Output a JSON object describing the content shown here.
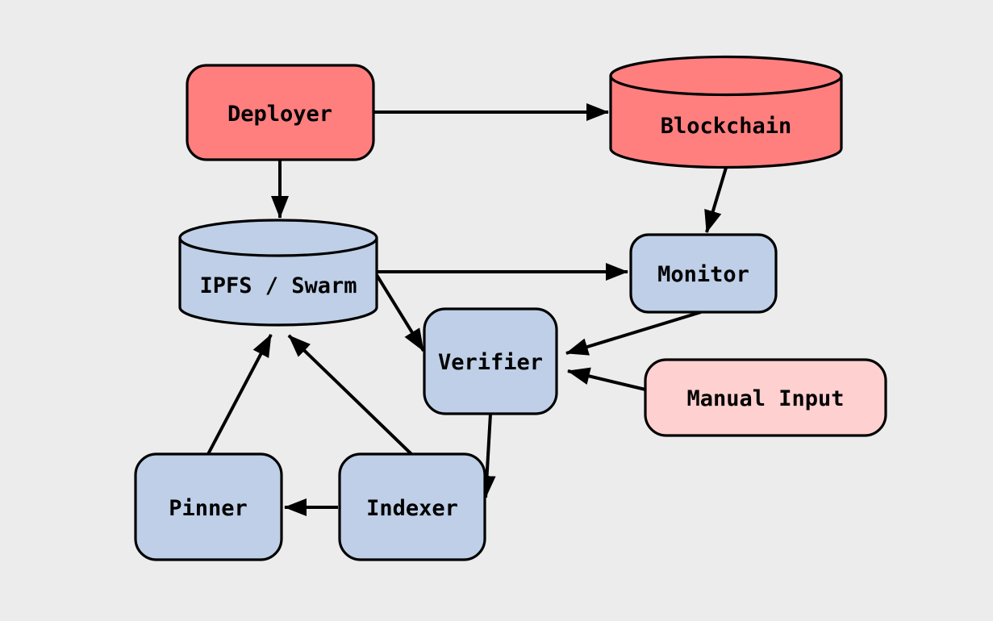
{
  "diagram": {
    "background_color": "#ececec",
    "edge_color": "#000000",
    "border_color": "#000000",
    "nodes": {
      "deployer": {
        "label": "Deployer",
        "shape": "rounded-box",
        "fill": "#ff7f7f"
      },
      "blockchain": {
        "label": "Blockchain",
        "shape": "cylinder",
        "fill": "#ff7f7f"
      },
      "ipfs_swarm": {
        "label": "IPFS / Swarm",
        "shape": "cylinder",
        "fill": "#becfe7"
      },
      "monitor": {
        "label": "Monitor",
        "shape": "rounded-box",
        "fill": "#becfe7"
      },
      "verifier": {
        "label": "Verifier",
        "shape": "rounded-box",
        "fill": "#becfe7"
      },
      "manual_input": {
        "label": "Manual Input",
        "shape": "rounded-box",
        "fill": "#ffd0d0"
      },
      "pinner": {
        "label": "Pinner",
        "shape": "rounded-box",
        "fill": "#becfe7"
      },
      "indexer": {
        "label": "Indexer",
        "shape": "rounded-box",
        "fill": "#becfe7"
      }
    },
    "edges": [
      {
        "from": "Deployer",
        "to": "Blockchain"
      },
      {
        "from": "Deployer",
        "to": "IPFS / Swarm"
      },
      {
        "from": "Blockchain",
        "to": "Monitor"
      },
      {
        "from": "IPFS / Swarm",
        "to": "Monitor"
      },
      {
        "from": "IPFS / Swarm",
        "to": "Verifier"
      },
      {
        "from": "Monitor",
        "to": "Verifier"
      },
      {
        "from": "Manual Input",
        "to": "Verifier"
      },
      {
        "from": "Verifier",
        "to": "Indexer"
      },
      {
        "from": "Indexer",
        "to": "Pinner"
      },
      {
        "from": "Pinner",
        "to": "IPFS / Swarm"
      },
      {
        "from": "Indexer",
        "to": "IPFS / Swarm"
      }
    ]
  }
}
